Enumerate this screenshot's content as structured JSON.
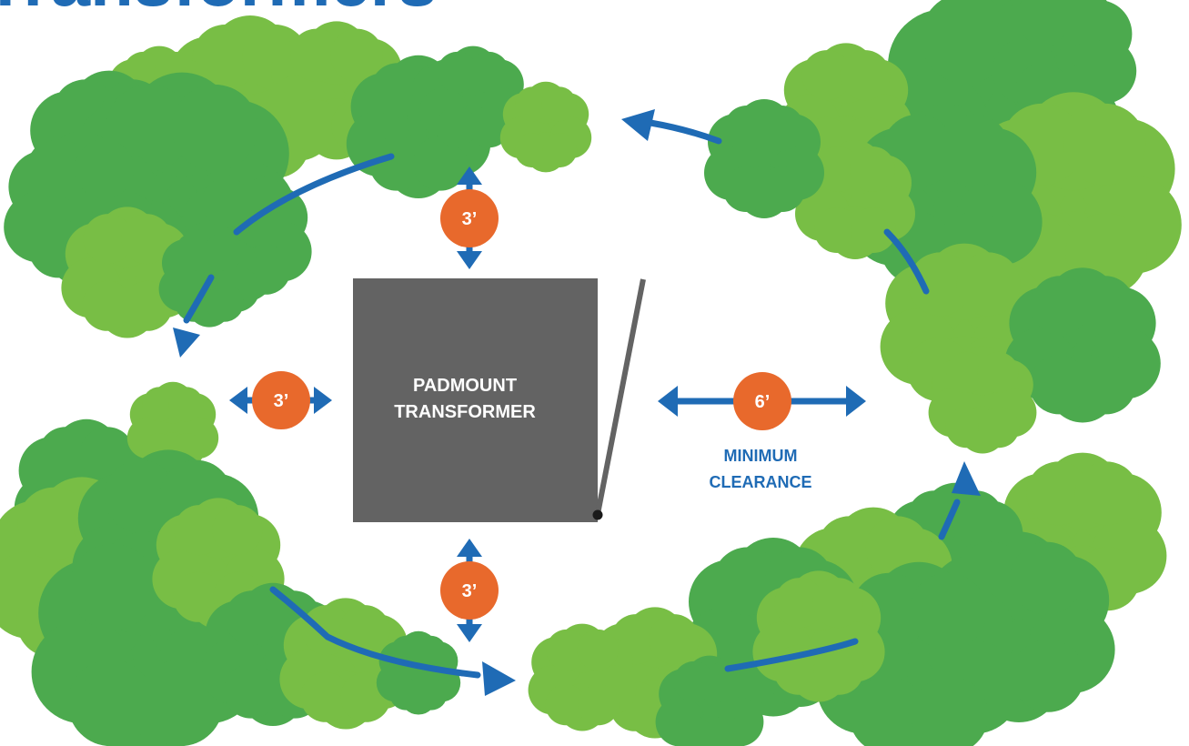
{
  "title": "Transformers",
  "transformer": {
    "line1": "PADMOUNT",
    "line2": "TRANSFORMER"
  },
  "clearances": {
    "top": "3’",
    "left": "3’",
    "bottom": "3’",
    "right": "6’"
  },
  "minimum_clearance": {
    "line1": "MINIMUM",
    "line2": "CLEARANCE"
  },
  "colors": {
    "accent_blue": "#1f6bb5",
    "badge_orange": "#e8692c",
    "transformer_gray": "#636363",
    "foliage_dark": "#4caa4e",
    "foliage_mid": "#3f9f47",
    "foliage_light": "#78be45"
  }
}
